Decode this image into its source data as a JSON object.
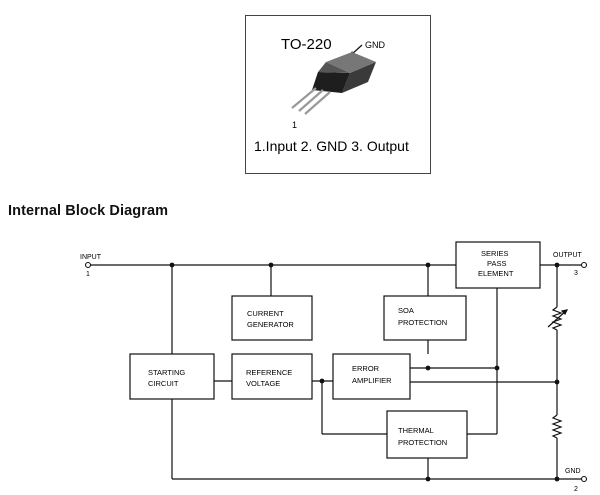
{
  "package": {
    "name": "TO-220",
    "gnd_label": "GND",
    "pin1_label": "1",
    "pinout": "1.Input 2. GND 3. Output"
  },
  "diagram": {
    "title": "Internal Block Diagram",
    "terminals": {
      "input": {
        "label": "INPUT",
        "number": "1"
      },
      "output": {
        "label": "OUTPUT",
        "number": "3"
      },
      "gnd": {
        "label": "GND",
        "number": "2"
      }
    },
    "blocks": {
      "starting_circuit": [
        "STARTING",
        "CIRCUIT"
      ],
      "current_generator": [
        "CURRENT",
        "GENERATOR"
      ],
      "reference_voltage": [
        "REFERENCE",
        "VOLTAGE"
      ],
      "soa_protection": [
        "SOA",
        "PROTECTION"
      ],
      "error_amplifier": [
        "ERROR",
        "AMPLIFIER"
      ],
      "thermal_protection": [
        "THERMAL",
        "PROTECTION"
      ],
      "series_pass_element": [
        "SERIES",
        "PASS",
        "ELEMENT"
      ]
    }
  }
}
